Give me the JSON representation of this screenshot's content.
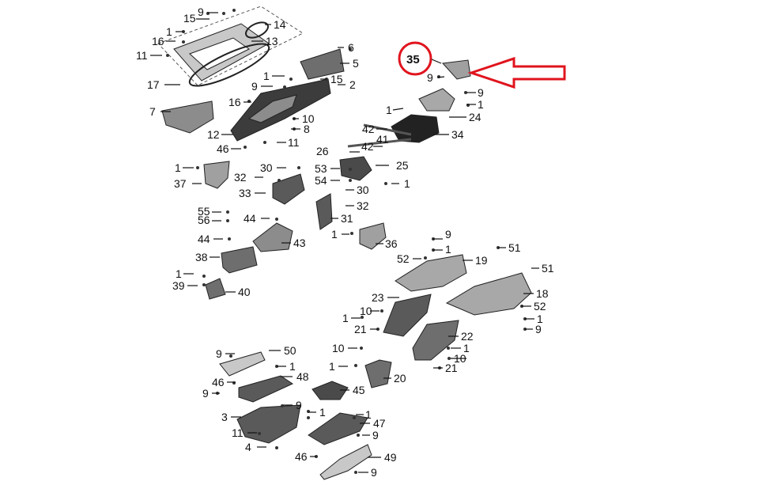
{
  "diagram": {
    "highlight_color": "#e0141e",
    "part_color": "#8c8c8c",
    "part_dark_color": "#3c3c3c",
    "part_light_color": "#c8c8c8",
    "labels": [
      "15",
      "9",
      "14",
      "1",
      "13",
      "16",
      "11",
      "17",
      "7",
      "9",
      "1",
      "15",
      "2",
      "16",
      "12",
      "10",
      "8",
      "11",
      "46",
      "6",
      "5",
      "35",
      "9",
      "1",
      "9",
      "1",
      "24",
      "42",
      "41",
      "42",
      "34",
      "26",
      "53",
      "25",
      "54",
      "1",
      "30",
      "32",
      "31",
      "1",
      "37",
      "32",
      "30",
      "33",
      "55",
      "56",
      "44",
      "43",
      "44",
      "38",
      "1",
      "39",
      "40",
      "1",
      "36",
      "9",
      "1",
      "52",
      "19",
      "51",
      "51",
      "18",
      "52",
      "1",
      "9",
      "23",
      "1",
      "10",
      "21",
      "22",
      "1",
      "10",
      "21",
      "10",
      "1",
      "20",
      "9",
      "50",
      "1",
      "48",
      "46",
      "9",
      "45",
      "3",
      "9",
      "1",
      "1",
      "47",
      "11",
      "9",
      "4",
      "46",
      "49",
      "9"
    ]
  }
}
